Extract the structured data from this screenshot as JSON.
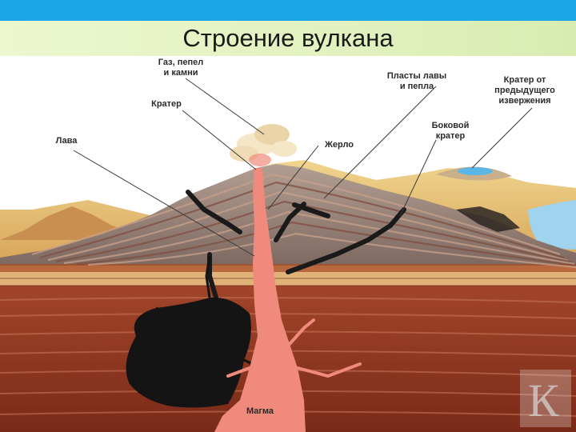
{
  "title": "Строение вулкана",
  "colors": {
    "top_bar": "#1aa6e6",
    "title_band": "#e2f1bf",
    "magma": "#f08a7c",
    "lava_black": "#1a1a1a",
    "crust_dark": "#8a3a22",
    "crust_mid": "#b56a45",
    "cone_gray": "#9a8d86",
    "ground_yellow": "#e8c27a",
    "water_blue": "#9fd3ee"
  },
  "labels": {
    "gas": [
      "Газ, пепел",
      "и камни"
    ],
    "crater": "Кратер",
    "lava": "Лава",
    "vent": "Жерло",
    "layers": [
      "Пласты лавы",
      "и пепла"
    ],
    "side_crater": [
      "Боковой",
      "кратер"
    ],
    "old_crater": [
      "Кратер от",
      "предыдущего",
      "извержения"
    ],
    "magma": "Магма"
  },
  "watermark": "К"
}
